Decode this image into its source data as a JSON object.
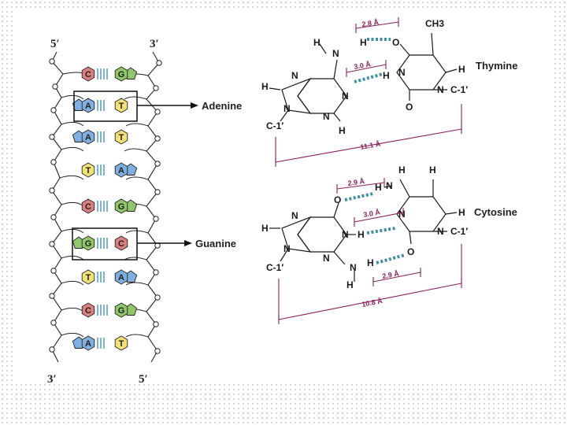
{
  "strands": {
    "top_left": "5′",
    "top_right": "3′",
    "bottom_left": "3′",
    "bottom_right": "5′"
  },
  "labels": {
    "adenine": "Adenine",
    "guanine": "Guanine",
    "thymine": "Thymine",
    "cytosine": "Cytosine"
  },
  "pairs": [
    {
      "left": "C",
      "right": "G",
      "left_color": "#d9807f",
      "right_color": "#8fc76a"
    },
    {
      "left": "A",
      "right": "T",
      "left_color": "#7fb0e0",
      "right_color": "#efe07a"
    },
    {
      "left": "A",
      "right": "T",
      "left_color": "#7fb0e0",
      "right_color": "#efe07a"
    },
    {
      "left": "T",
      "right": "A",
      "left_color": "#efe07a",
      "right_color": "#7fb0e0"
    },
    {
      "left": "C",
      "right": "G",
      "left_color": "#d9807f",
      "right_color": "#8fc76a"
    },
    {
      "left": "G",
      "right": "C",
      "left_color": "#8fc76a",
      "right_color": "#d9807f"
    },
    {
      "left": "T",
      "right": "A",
      "left_color": "#efe07a",
      "right_color": "#7fb0e0"
    },
    {
      "left": "C",
      "right": "G",
      "left_color": "#d9807f",
      "right_color": "#8fc76a"
    },
    {
      "left": "A",
      "right": "T",
      "left_color": "#7fb0e0",
      "right_color": "#efe07a"
    }
  ],
  "at_pair": {
    "distances": {
      "d1": "2.8 Å",
      "d2": "3.0 Å",
      "total": "11.1 Å"
    },
    "atoms": {
      "H": "H",
      "N": "N",
      "O": "O",
      "C": "C",
      "CH3": "CH3",
      "C1": "C-1′"
    }
  },
  "gc_pair": {
    "distances": {
      "d1": "2.9 Å",
      "d2": "3.0 Å",
      "d3": "2.9 Å",
      "total": "10.8 Å"
    }
  },
  "colors": {
    "bond": "#1a1a1a",
    "hbond": "#3f8fa3",
    "dimension": "#8a1f5a"
  }
}
